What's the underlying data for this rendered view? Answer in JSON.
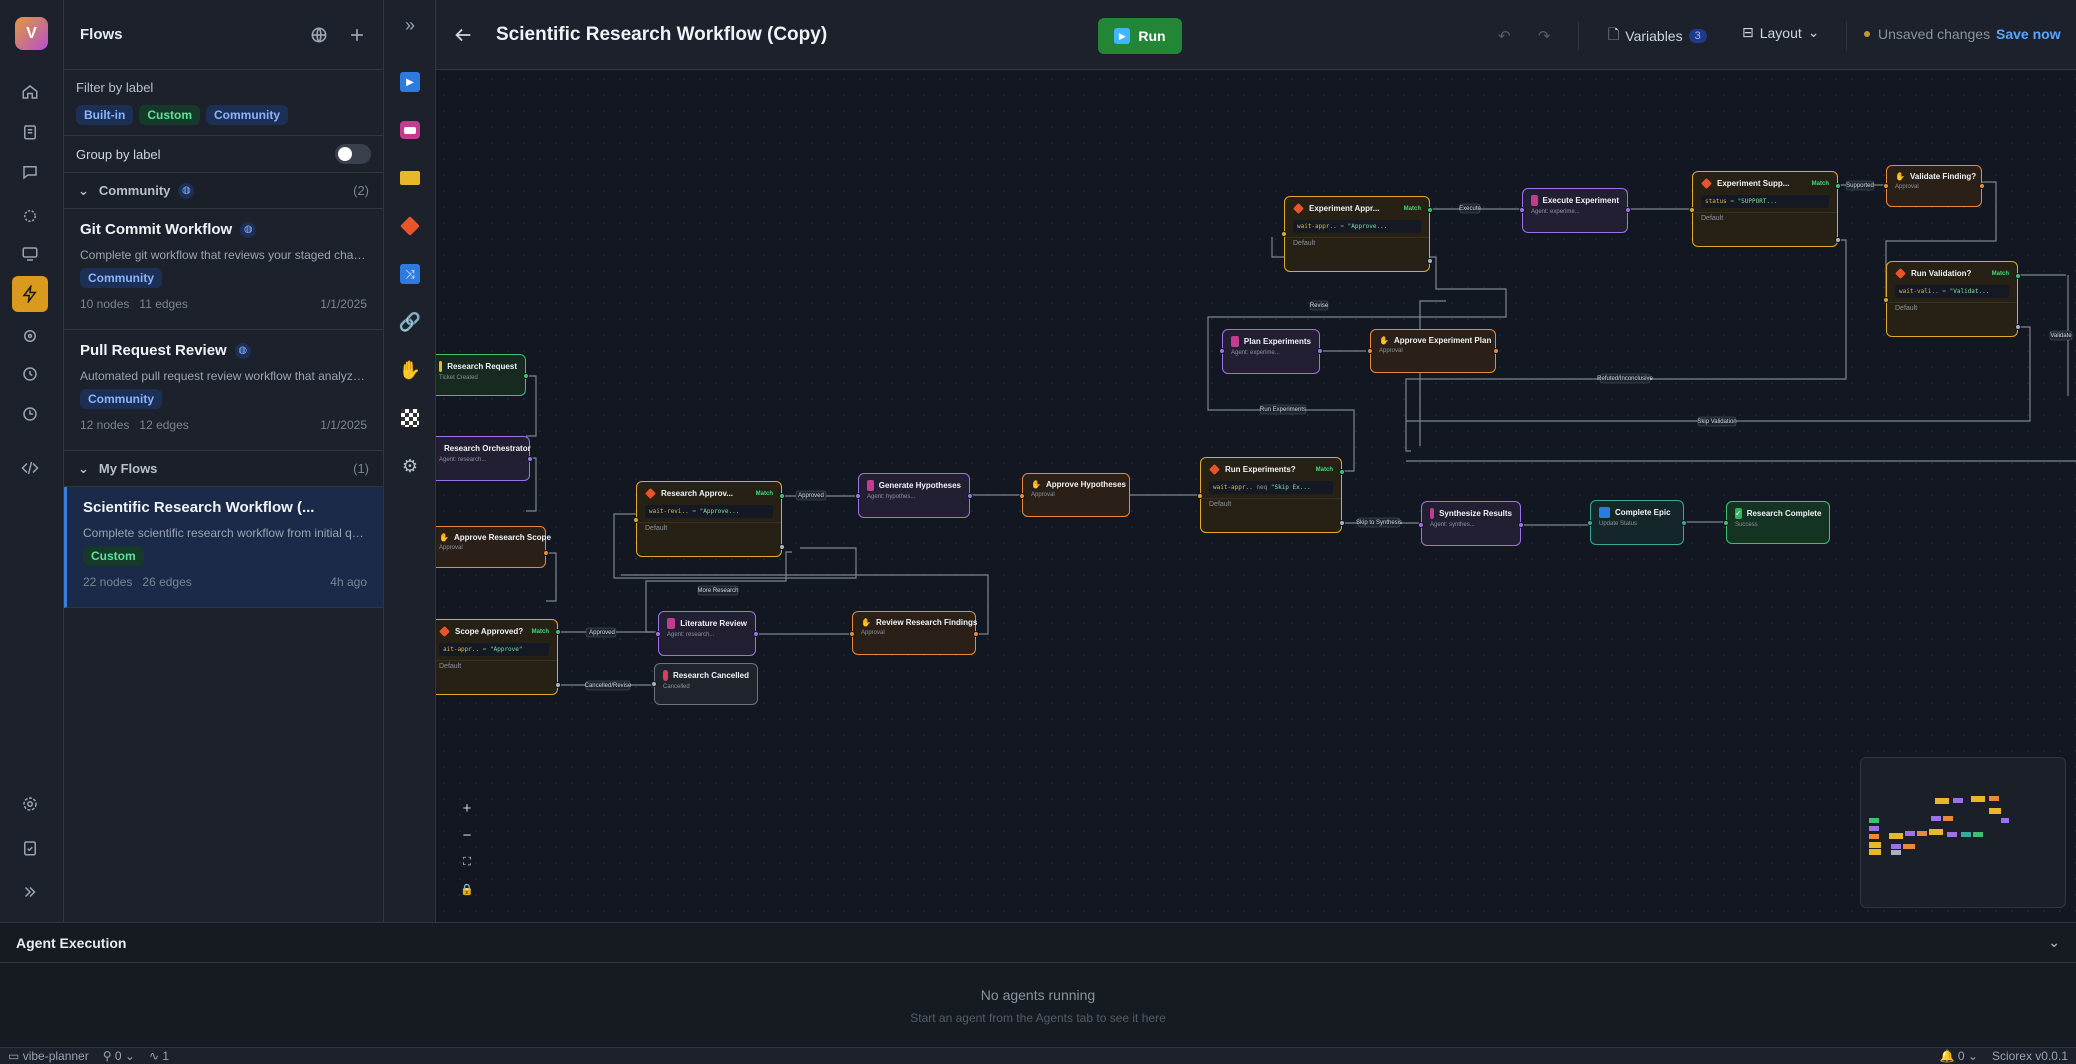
{
  "app": {
    "logo_letter": "V",
    "name": "Sciorex",
    "version": "v0.0.1"
  },
  "flows_panel": {
    "title": "Flows",
    "filter_label": "Filter by label",
    "filters": [
      "Built-in",
      "Custom",
      "Community"
    ],
    "group_label": "Group by label",
    "sections": [
      {
        "name": "Community",
        "count": "(2)"
      },
      {
        "name": "My Flows",
        "count": "(1)"
      }
    ],
    "cards": [
      {
        "title": "Git Commit Workflow",
        "desc": "Complete git workflow that reviews your staged chan...",
        "badge": "Community",
        "nodes": "10 nodes",
        "edges": "11 edges",
        "date": "1/1/2025"
      },
      {
        "title": "Pull Request Review",
        "desc": "Automated pull request review workflow that analyze...",
        "badge": "Community",
        "nodes": "12 nodes",
        "edges": "12 edges",
        "date": "1/1/2025"
      },
      {
        "title": "Scientific Research Workflow (...",
        "desc": "Complete scientific research workflow from initial qu...",
        "badge": "Custom",
        "nodes": "22 nodes",
        "edges": "26 edges",
        "date": "4h ago"
      }
    ]
  },
  "header": {
    "title": "Scientific Research Workflow (Copy)",
    "run_label": "Run",
    "variables_label": "Variables",
    "variables_count": "3",
    "layout_label": "Layout",
    "unsaved_label": "Unsaved changes",
    "save_label": "Save now"
  },
  "nodes": {
    "research_request": {
      "title": "Research Request",
      "sub": "Ticket Created"
    },
    "research_orchestrator": {
      "title": "Research Orchestrator",
      "sub": "Agent: research..."
    },
    "approve_research_scope": {
      "title": "Approve Research Scope",
      "sub": "Approval"
    },
    "scope_approved": {
      "title": "Scope Approved?",
      "match": "Match",
      "code_var": "ait-appr..",
      "code_op": "=",
      "code_val": "\"Approve\"",
      "default": "Default"
    },
    "research_approval": {
      "title": "Research Approv...",
      "match": "Match",
      "code_var": "wait-revi..",
      "code_op": "=",
      "code_val": "\"Approve...",
      "default": "Default"
    },
    "literature_review": {
      "title": "Literature Review",
      "sub": "Agent: research..."
    },
    "research_cancelled": {
      "title": "Research Cancelled",
      "sub": "Cancelled"
    },
    "review_research_findings": {
      "title": "Review Research Findings",
      "sub": "Approval"
    },
    "generate_hypotheses": {
      "title": "Generate Hypotheses",
      "sub": "Agent: hypothes..."
    },
    "approve_hypotheses": {
      "title": "Approve Hypotheses",
      "sub": "Approval"
    },
    "run_experiments": {
      "title": "Run Experiments?",
      "match": "Match",
      "code_var": "wait-appr..",
      "code_op": "neq",
      "code_val": "\"Skip Ex...",
      "default": "Default"
    },
    "plan_experiments": {
      "title": "Plan Experiments",
      "sub": "Agent: experime..."
    },
    "approve_experiment_plan": {
      "title": "Approve Experiment Plan",
      "sub": "Approval"
    },
    "experiment_approval": {
      "title": "Experiment Appr...",
      "match": "Match",
      "code_var": "wait-appr..",
      "code_op": "=",
      "code_val": "\"Approve...",
      "default": "Default"
    },
    "execute_experiment": {
      "title": "Execute Experiment",
      "sub": "Agent: experime..."
    },
    "experiment_supported": {
      "title": "Experiment Supp...",
      "match": "Match",
      "code_var": "status",
      "code_op": "=",
      "code_val": "\"SUPPORT...",
      "default": "Default"
    },
    "validate_finding": {
      "title": "Validate Finding?",
      "sub": "Approval"
    },
    "run_validation": {
      "title": "Run Validation?",
      "match": "Match",
      "code_var": "wait-vali..",
      "code_op": "=",
      "code_val": "\"Validat...",
      "default": "Default"
    },
    "synthesize_results": {
      "title": "Synthesize Results",
      "sub": "Agent: synthes..."
    },
    "complete_epic": {
      "title": "Complete Epic",
      "sub": "Update Status"
    },
    "research_complete": {
      "title": "Research Complete",
      "sub": "Success"
    }
  },
  "edge_labels": {
    "approved": "Approved",
    "approved2": "Approved",
    "cancelled": "Cancelled/Revise",
    "more_research": "More Research",
    "execute": "Execute",
    "supported": "Supported",
    "revise": "Revise",
    "run_experiments": "Run Experiments",
    "skip_synthesis": "Skip to Synthesis",
    "refuted": "Refuted/Inconclusive",
    "skip_validation": "Skip Validation",
    "validate": "Validate"
  },
  "execution": {
    "title": "Agent Execution",
    "empty": "No agents running",
    "hint": "Start an agent from the Agents tab to see it here"
  },
  "status_bar": {
    "project": "vibe-planner",
    "users": "0",
    "activity": "1",
    "notifications": "0"
  }
}
